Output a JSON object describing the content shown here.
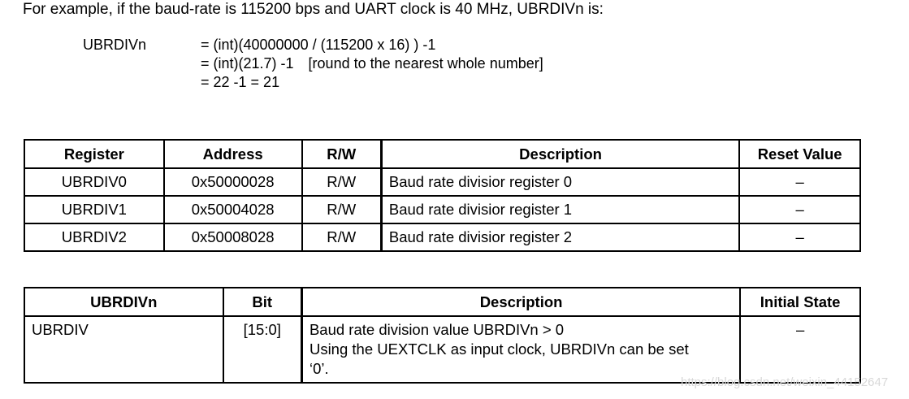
{
  "intro": "For example, if the baud-rate is 115200 bps and UART clock is 40 MHz, UBRDIVn is:",
  "formula": {
    "label": "UBRDIVn",
    "lines": [
      "= (int)(40000000 / (115200 x 16) ) -1",
      "= (int)(21.7) -1",
      "= 22 -1 = 21"
    ],
    "note": "[round to the nearest whole number]"
  },
  "register_table": {
    "headers": [
      "Register",
      "Address",
      "R/W",
      "Description",
      "Reset Value"
    ],
    "rows": [
      [
        "UBRDIV0",
        "0x50000028",
        "R/W",
        "Baud rate divisior register 0",
        "–"
      ],
      [
        "UBRDIV1",
        "0x50004028",
        "R/W",
        "Baud rate divisior register 1",
        "–"
      ],
      [
        "UBRDIV2",
        "0x50008028",
        "R/W",
        "Baud rate divisior register 2",
        "–"
      ]
    ]
  },
  "bit_table": {
    "headers": [
      "UBRDIVn",
      "Bit",
      "Description",
      "Initial State"
    ],
    "rows": [
      {
        "field": "UBRDIV",
        "bit": "[15:0]",
        "description": [
          "Baud rate division value UBRDIVn > 0",
          "Using the UEXTCLK as input clock, UBRDIVn can be set",
          "‘0’."
        ],
        "initial": "–"
      }
    ]
  },
  "watermark": "https://blog.csdn.net/weixin_44152647"
}
